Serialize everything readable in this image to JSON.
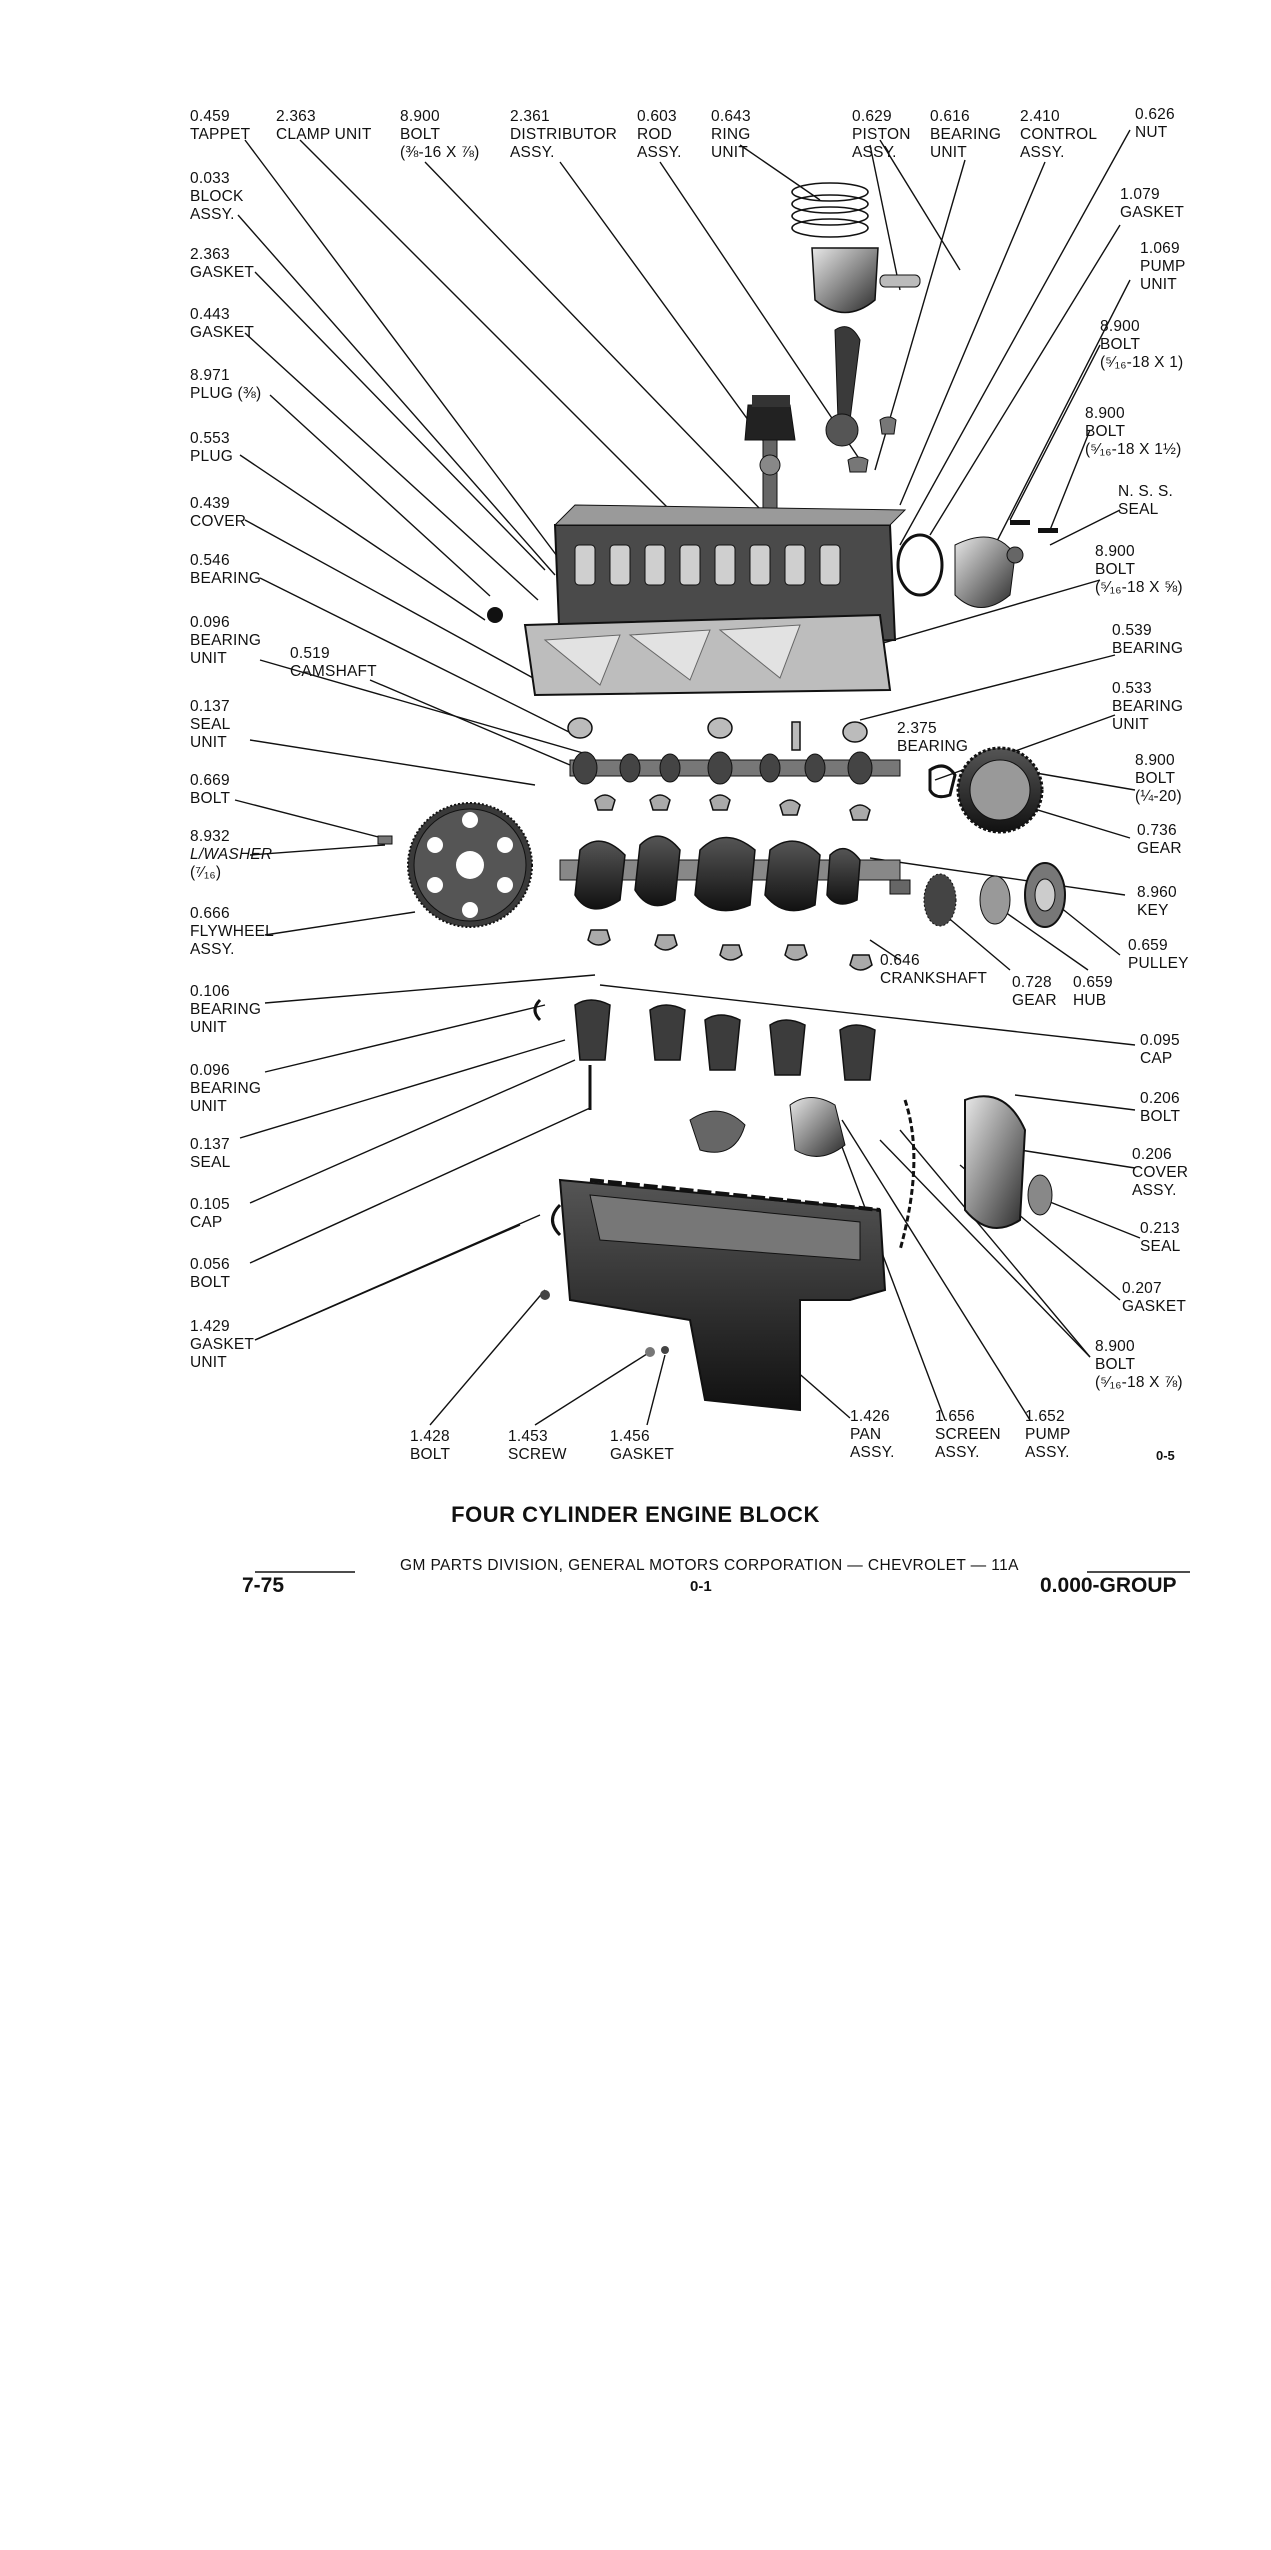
{
  "title": "FOUR CYLINDER ENGINE BLOCK",
  "figure_code": "0-5",
  "footer": {
    "text": "GM PARTS DIVISION, GENERAL MOTORS CORPORATION — CHEVROLET — 11A",
    "page": "7-75",
    "subpage": "0-1",
    "group": "0.000-GROUP"
  },
  "callouts": [
    {
      "key": "tappet",
      "lines": [
        "0.459",
        "TAPPET"
      ]
    },
    {
      "key": "clamp",
      "lines": [
        "2.363",
        "CLAMP  UNIT"
      ]
    },
    {
      "key": "bolt-38",
      "lines": [
        "8.900",
        "BOLT",
        "(⅜-16 x ⅞)"
      ]
    },
    {
      "key": "distributor",
      "lines": [
        "2.361",
        "DISTRIBUTOR",
        "ASSY."
      ]
    },
    {
      "key": "rod",
      "lines": [
        "0.603",
        "ROD",
        "ASSY."
      ]
    },
    {
      "key": "ring",
      "lines": [
        "0.643",
        "RING",
        "UNIT"
      ]
    },
    {
      "key": "piston",
      "lines": [
        "0.629",
        "PISTON",
        "ASSY."
      ]
    },
    {
      "key": "bearing-616",
      "lines": [
        "0.616",
        "BEARING",
        "UNIT"
      ]
    },
    {
      "key": "control",
      "lines": [
        "2.410",
        "CONTROL",
        "ASSY."
      ]
    },
    {
      "key": "nut",
      "lines": [
        "0.626",
        "NUT"
      ]
    },
    {
      "key": "block",
      "lines": [
        "0.033",
        "BLOCK",
        "ASSY."
      ]
    },
    {
      "key": "gasket-2363",
      "lines": [
        "2.363",
        "GASKET"
      ]
    },
    {
      "key": "gasket-443",
      "lines": [
        "0.443",
        "GASKET"
      ]
    },
    {
      "key": "plug-38",
      "lines": [
        "8.971",
        "PLUG (⅜)"
      ]
    },
    {
      "key": "plug-553",
      "lines": [
        "0.553",
        "PLUG"
      ]
    },
    {
      "key": "cover-439",
      "lines": [
        "0.439",
        "COVER"
      ]
    },
    {
      "key": "bearing-546",
      "lines": [
        "0.546",
        "BEARING"
      ]
    },
    {
      "key": "bearing-unit-096a",
      "lines": [
        "0.096",
        "BEARING",
        "UNIT"
      ]
    },
    {
      "key": "camshaft",
      "lines": [
        "0.519",
        "CAMSHAFT"
      ]
    },
    {
      "key": "seal-unit-137",
      "lines": [
        "0.137",
        "SEAL",
        "UNIT"
      ]
    },
    {
      "key": "bolt-669",
      "lines": [
        "0.669",
        "BOLT"
      ]
    },
    {
      "key": "washer",
      "lines": [
        "8.932",
        "L/WASHER",
        "(⁷⁄₁₆)"
      ]
    },
    {
      "key": "flywheel",
      "lines": [
        "0.666",
        "FLYWHEEL",
        "ASSY."
      ]
    },
    {
      "key": "bearing-unit-106",
      "lines": [
        "0.106",
        "BEARING",
        "UNIT"
      ]
    },
    {
      "key": "bearing-unit-096b",
      "lines": [
        "0.096",
        "BEARING",
        "UNIT"
      ]
    },
    {
      "key": "seal-137",
      "lines": [
        "0.137",
        "SEAL"
      ]
    },
    {
      "key": "cap-105",
      "lines": [
        "0.105",
        "CAP"
      ]
    },
    {
      "key": "bolt-056",
      "lines": [
        "0.056",
        "BOLT"
      ]
    },
    {
      "key": "gasket-unit-1429",
      "lines": [
        "1.429",
        "GASKET",
        "UNIT"
      ]
    },
    {
      "key": "bolt-1428",
      "lines": [
        "1.428",
        "BOLT"
      ]
    },
    {
      "key": "screw-1453",
      "lines": [
        "1.453",
        "SCREW"
      ]
    },
    {
      "key": "gasket-1456",
      "lines": [
        "1.456",
        "GASKET"
      ]
    },
    {
      "key": "pan",
      "lines": [
        "1.426",
        "PAN",
        "ASSY."
      ]
    },
    {
      "key": "screen",
      "lines": [
        "1.656",
        "SCREEN",
        "ASSY."
      ]
    },
    {
      "key": "pump-1652",
      "lines": [
        "1.652",
        "PUMP",
        "ASSY."
      ]
    },
    {
      "key": "gasket-1079",
      "lines": [
        "1.079",
        "GASKET"
      ]
    },
    {
      "key": "pump-1069",
      "lines": [
        "1.069",
        "PUMP",
        "UNIT"
      ]
    },
    {
      "key": "bolt-516-1",
      "lines": [
        "8.900",
        "BOLT",
        "(⁵⁄₁₆-18 x 1)"
      ]
    },
    {
      "key": "bolt-516-112",
      "lines": [
        "8.900",
        "BOLT",
        "(⁵⁄₁₆-18 x 1½)"
      ]
    },
    {
      "key": "nss-seal",
      "lines": [
        "N. S. S.",
        "SEAL"
      ]
    },
    {
      "key": "bolt-516-58",
      "lines": [
        "8.900",
        "BOLT",
        "(⁵⁄₁₆-18 x ⅝)"
      ]
    },
    {
      "key": "bearing-539",
      "lines": [
        "0.539",
        "BEARING"
      ]
    },
    {
      "key": "bearing-unit-533",
      "lines": [
        "0.533",
        "BEARING",
        "UNIT"
      ]
    },
    {
      "key": "bearing-2375",
      "lines": [
        "2.375",
        "BEARING"
      ]
    },
    {
      "key": "bolt-14",
      "lines": [
        "8.900",
        "BOLT",
        "(¼-20)"
      ]
    },
    {
      "key": "gear-736",
      "lines": [
        "0.736",
        "GEAR"
      ]
    },
    {
      "key": "key",
      "lines": [
        "8.960",
        "KEY"
      ]
    },
    {
      "key": "pulley",
      "lines": [
        "0.659",
        "PULLEY"
      ]
    },
    {
      "key": "crankshaft",
      "lines": [
        "0.646",
        "CRANKSHAFT"
      ]
    },
    {
      "key": "gear-728",
      "lines": [
        "0.728",
        "GEAR"
      ]
    },
    {
      "key": "hub",
      "lines": [
        "0.659",
        "HUB"
      ]
    },
    {
      "key": "cap-095",
      "lines": [
        "0.095",
        "CAP"
      ]
    },
    {
      "key": "bolt-206",
      "lines": [
        "0.206",
        "BOLT"
      ]
    },
    {
      "key": "cover-206",
      "lines": [
        "0.206",
        "COVER",
        "ASSY."
      ]
    },
    {
      "key": "seal-213",
      "lines": [
        "0.213",
        "SEAL"
      ]
    },
    {
      "key": "gasket-207",
      "lines": [
        "0.207",
        "GASKET"
      ]
    },
    {
      "key": "bolt-516-78",
      "lines": [
        "8.900",
        "BOLT",
        "(⁵⁄₁₆-18 x ⅞)"
      ]
    }
  ]
}
